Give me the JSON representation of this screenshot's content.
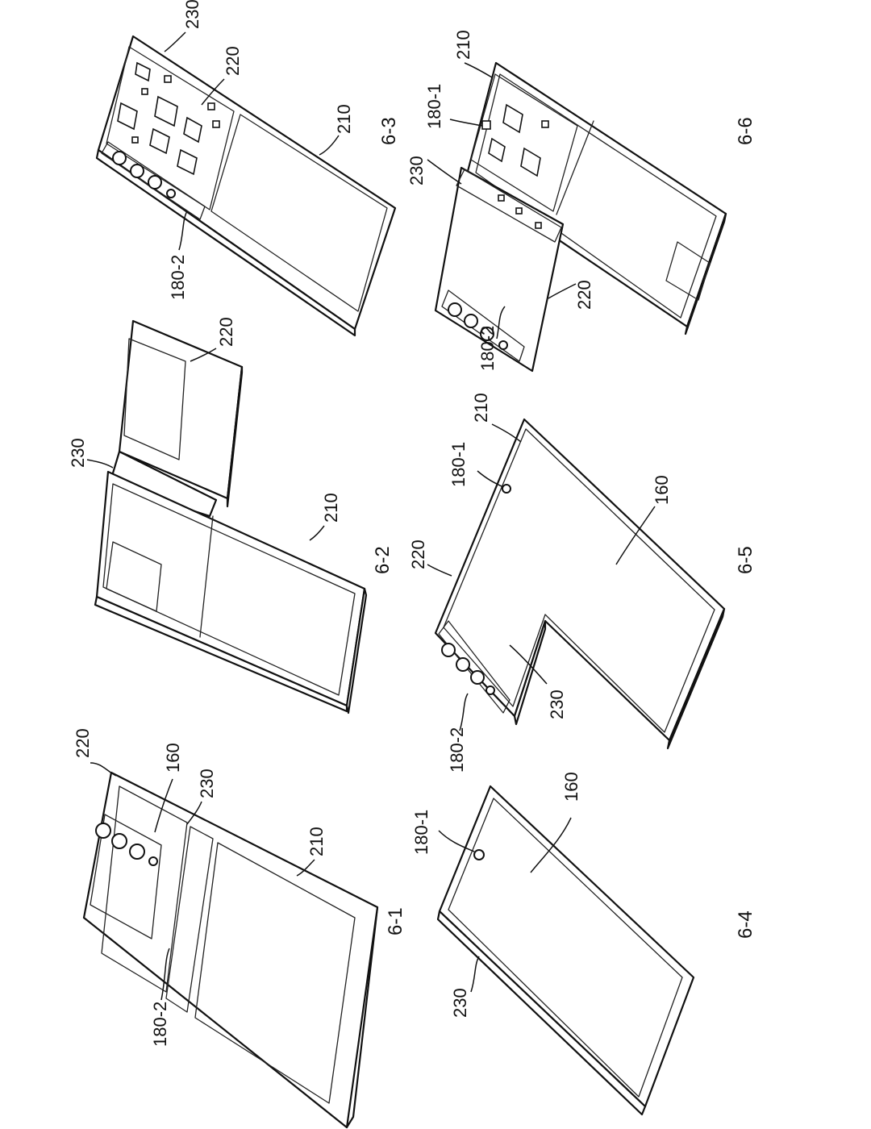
{
  "figures": [
    {
      "id": "6-1",
      "caption": "6-1",
      "labels": {
        "first_housing": "210",
        "second_housing": "220",
        "flexible_display": "160",
        "hinge": "230",
        "rear_camera": "180-2"
      }
    },
    {
      "id": "6-2",
      "caption": "6-2",
      "labels": {
        "first_housing": "210",
        "second_housing": "220",
        "hinge": "230"
      }
    },
    {
      "id": "6-3",
      "caption": "6-3",
      "labels": {
        "first_housing": "210",
        "second_housing": "220",
        "hinge": "230",
        "rear_camera": "180-2"
      }
    },
    {
      "id": "6-4",
      "caption": "6-4",
      "labels": {
        "flexible_display": "160",
        "hinge": "230",
        "front_camera": "180-1"
      }
    },
    {
      "id": "6-5",
      "caption": "6-5",
      "labels": {
        "first_housing": "210",
        "second_housing": "220",
        "flexible_display": "160",
        "hinge": "230",
        "front_camera": "180-1",
        "rear_camera": "180-2"
      }
    },
    {
      "id": "6-6",
      "caption": "6-6",
      "labels": {
        "first_housing": "210",
        "second_housing": "220",
        "hinge": "230",
        "front_camera": "180-1",
        "rear_camera": "180-2"
      }
    }
  ]
}
